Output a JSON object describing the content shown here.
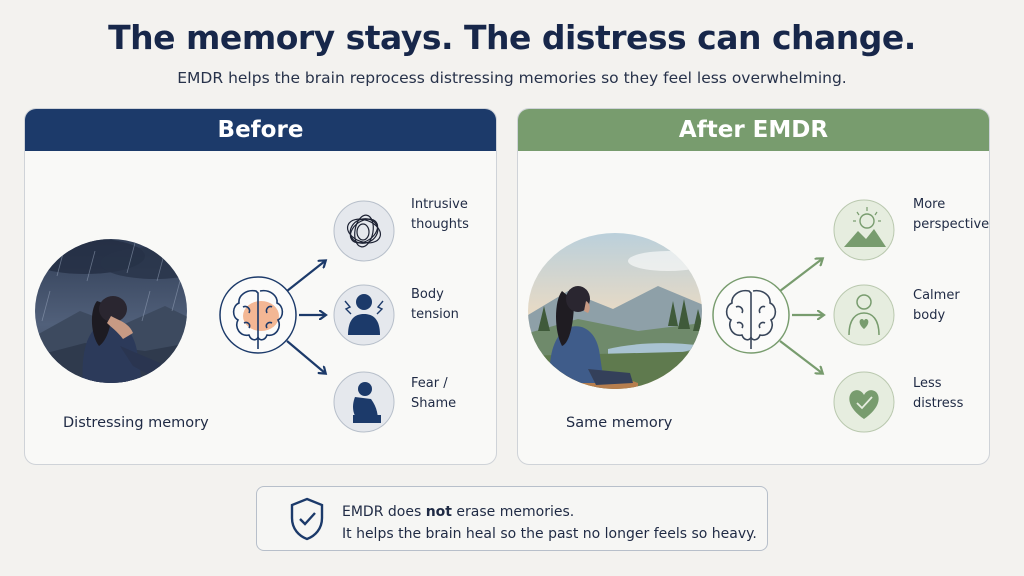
{
  "header": {
    "title": "The memory stays. The distress can change.",
    "subtitle": "EMDR helps the brain reprocess distressing memories so they feel less overwhelming."
  },
  "before": {
    "heading": "Before",
    "caption": "Distressing memory",
    "effects": [
      {
        "line1": "Intrusive",
        "line2": "thoughts",
        "icon": "tangled-thoughts-icon"
      },
      {
        "line1": "Body",
        "line2": "tension",
        "icon": "tense-body-icon"
      },
      {
        "line1": "Fear /",
        "line2": "Shame",
        "icon": "fear-shame-icon"
      }
    ]
  },
  "after": {
    "heading": "After EMDR",
    "caption": "Same memory",
    "effects": [
      {
        "line1": "More",
        "line2": "perspective",
        "icon": "mountain-sunrise-icon"
      },
      {
        "line1": "Calmer",
        "line2": "body",
        "icon": "calm-body-icon"
      },
      {
        "line1": "Less",
        "line2": "distress",
        "icon": "heart-icon"
      }
    ]
  },
  "note": {
    "line1_pre": "EMDR does ",
    "line1_bold": "not",
    "line1_post": " erase memories.",
    "line2": "It helps the brain heal so the past no longer feels so heavy."
  },
  "colors": {
    "before_accent": "#1c3a6a",
    "after_accent": "#789c6e"
  }
}
